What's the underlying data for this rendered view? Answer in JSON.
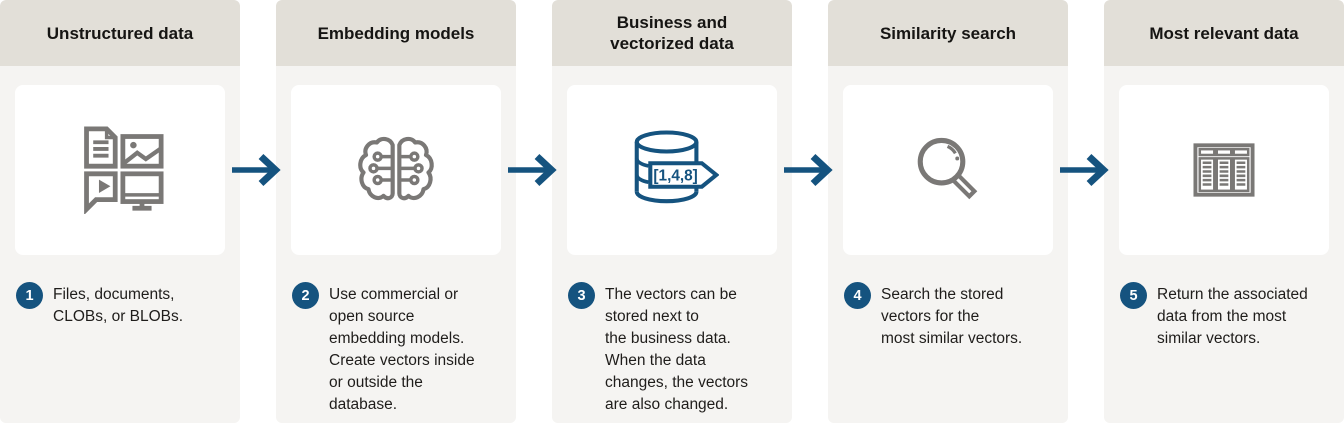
{
  "diagram": {
    "kind": "process-flow",
    "step_count": 5,
    "arrow_direction": "right"
  },
  "colors": {
    "headerbg": "#e2dfd8",
    "panelbg": "#f5f4f2",
    "cardbg": "#ffffff",
    "accent": "#15537f",
    "icongray": "#7a7876",
    "textcol": "#1f1d1b",
    "titlecol": "#161513"
  },
  "columns": [
    {
      "title": "Unstructured data",
      "step": "1",
      "icon": "unstructured-data-icon",
      "description": "Files, documents,\nCLOBs, or BLOBs."
    },
    {
      "title": "Embedding models",
      "step": "2",
      "icon": "embedding-models-brain-icon",
      "description": "Use commercial or\nopen source\nembedding models.\nCreate vectors inside\nor outside the\ndatabase."
    },
    {
      "title": "Business and\nvectorized data",
      "step": "3",
      "icon": "database-vector-icon",
      "icon_text": "[1,4,8]",
      "description": "The vectors can be\nstored next to\nthe business data.\nWhen the data\nchanges, the vectors\nare also changed."
    },
    {
      "title": "Similarity search",
      "step": "4",
      "icon": "magnifier-icon",
      "description": "Search the stored\nvectors for the\nmost similar vectors."
    },
    {
      "title": "Most relevant data",
      "step": "5",
      "icon": "data-table-icon",
      "description": "Return the associated\ndata from the most\nsimilar vectors."
    }
  ]
}
